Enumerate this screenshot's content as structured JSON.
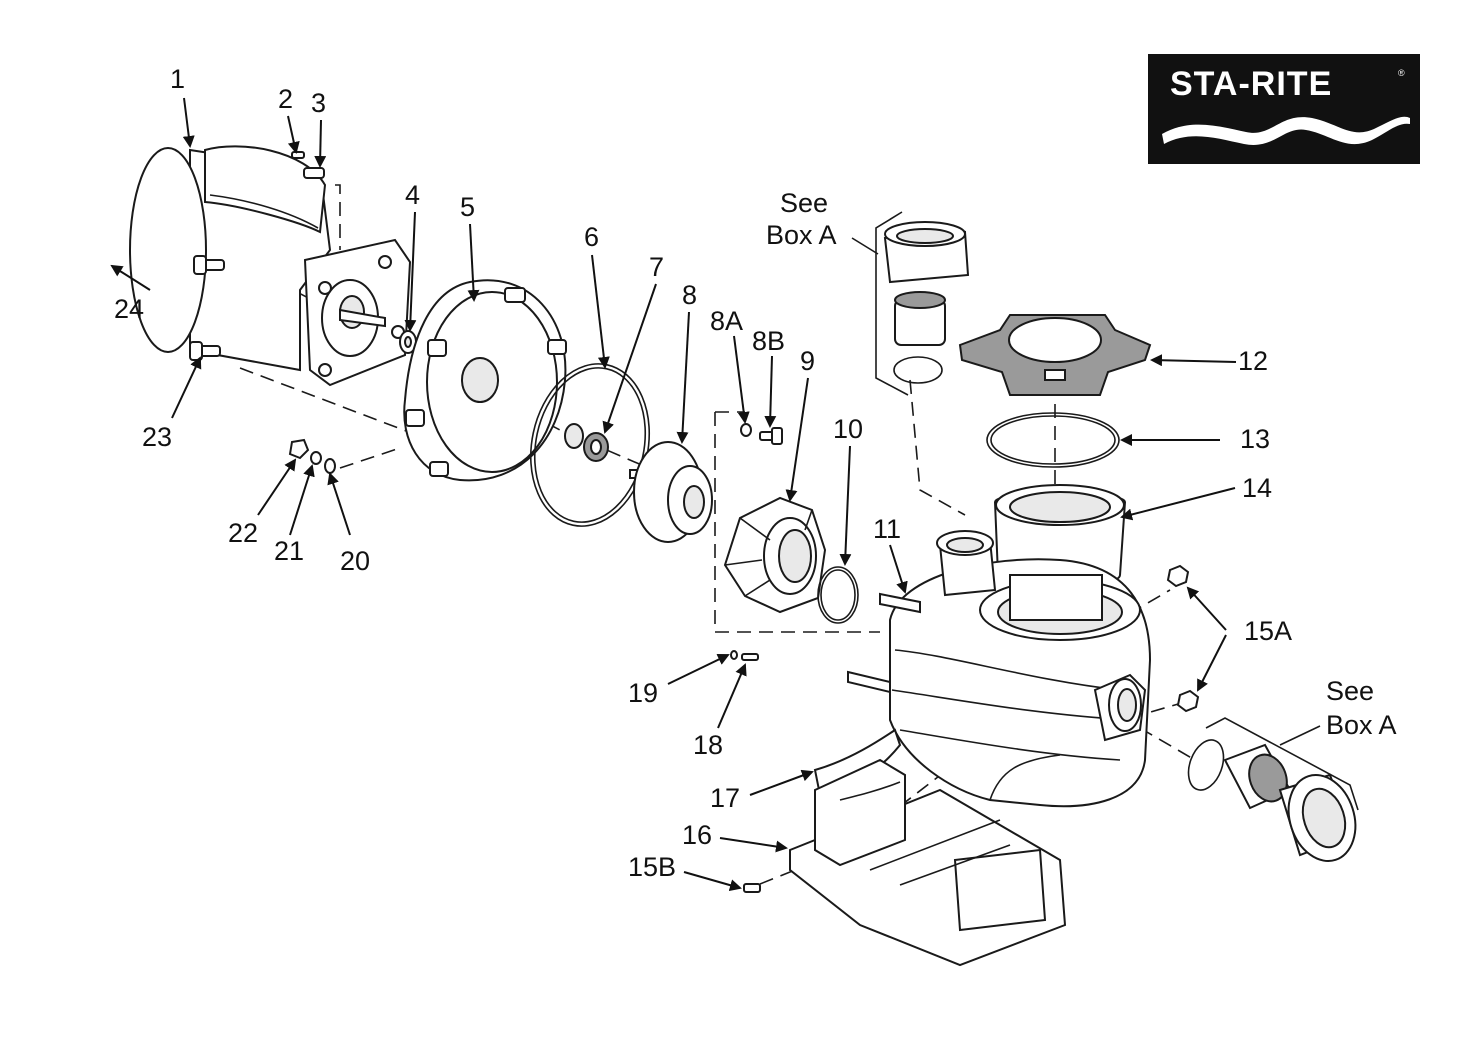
{
  "logo": {
    "brand": "STA-RITE",
    "registered_mark": "®",
    "background": "#111111",
    "foreground": "#ffffff"
  },
  "callouts": {
    "p1": "1",
    "p2": "2",
    "p3": "3",
    "p4": "4",
    "p5": "5",
    "p6": "6",
    "p7": "7",
    "p8": "8",
    "p8a": "8A",
    "p8b": "8B",
    "p9": "9",
    "p10": "10",
    "p11": "11",
    "p12": "12",
    "p13": "13",
    "p14": "14",
    "p15a": "15A",
    "p15b": "15B",
    "p16": "16",
    "p17": "17",
    "p18": "18",
    "p19": "19",
    "p20": "20",
    "p21": "21",
    "p22": "22",
    "p23": "23",
    "p24": "24"
  },
  "box_refs": {
    "top_line1": "See",
    "top_line2": "Box A",
    "right_line1": "See",
    "right_line2": "Box A"
  }
}
